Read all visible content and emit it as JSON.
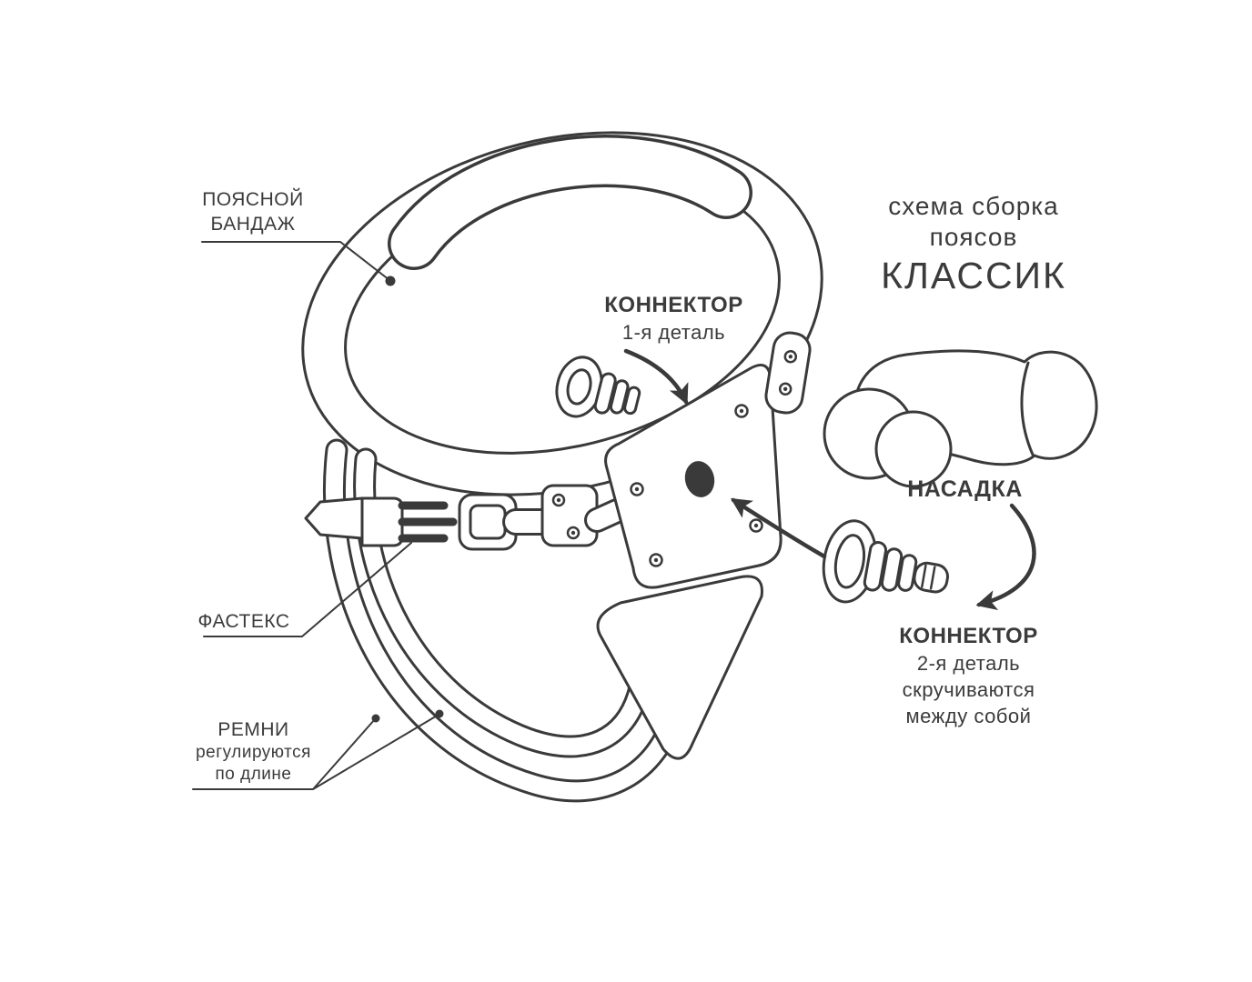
{
  "diagram": {
    "title": {
      "line1": "схема сборка",
      "line2": "поясов",
      "line3": "КЛАССИК"
    },
    "labels": {
      "waist_band": {
        "line1": "ПОЯСНОЙ",
        "line2": "БАНДАЖ"
      },
      "connector_1": {
        "name": "КОННЕКТОР",
        "detail": "1-я деталь"
      },
      "attachment": {
        "name": "НАСАДКА"
      },
      "connector_2": {
        "name": "КОННЕКТОР",
        "detail": "2-я деталь",
        "note1": "скручиваются",
        "note2": "между собой"
      },
      "fastex": {
        "name": "ФАСТЕКС"
      },
      "straps": {
        "name": "РЕМНИ",
        "note1": "регулируются",
        "note2": "по длине"
      }
    },
    "colors": {
      "ink": "#3a3a3a",
      "background": "#ffffff"
    }
  }
}
